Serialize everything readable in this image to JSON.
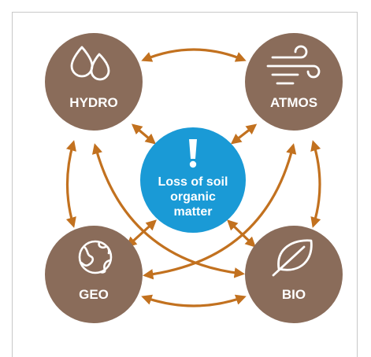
{
  "colors": {
    "node_fill": "#8a6c5a",
    "center_fill": "#1a9ad6",
    "arrow": "#c2711f",
    "label": "#ffffff"
  },
  "nodes": {
    "hydro": {
      "label": "HYDRO",
      "icon": "water-drops-icon"
    },
    "atmos": {
      "label": "ATMOS",
      "icon": "wind-icon"
    },
    "geo": {
      "label": "GEO",
      "icon": "globe-icon"
    },
    "bio": {
      "label": "BIO",
      "icon": "leaf-icon"
    }
  },
  "center": {
    "icon": "exclamation-icon",
    "lines": [
      "Loss of soil",
      "organic",
      "matter"
    ]
  }
}
